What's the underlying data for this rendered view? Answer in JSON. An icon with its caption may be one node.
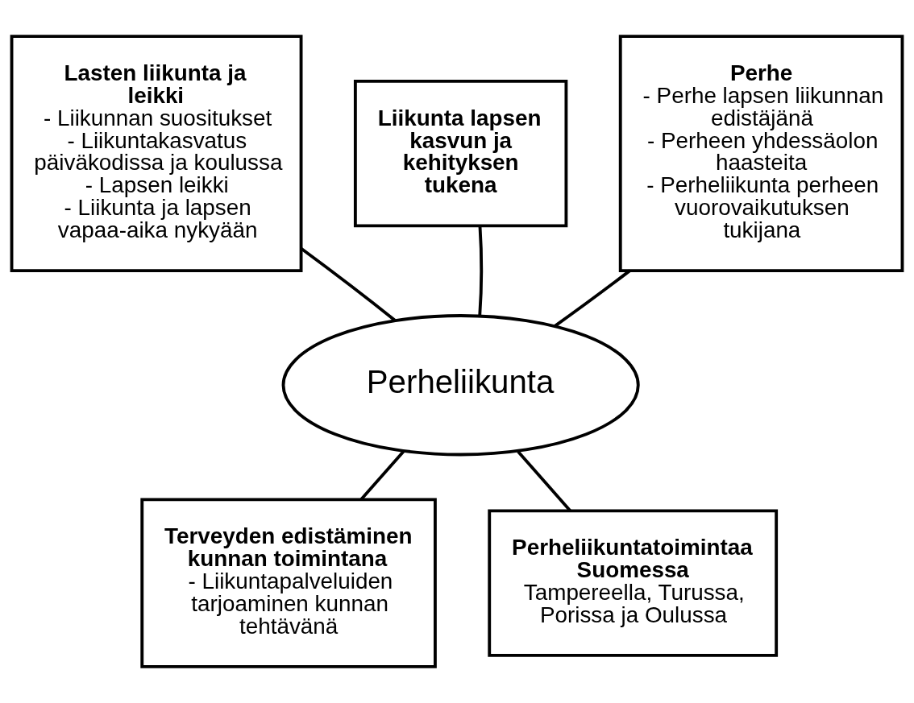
{
  "diagram": {
    "nodes": [
      {
        "text": [
          "Lasten liikunta ja leikki",
          "- Liikunnan suositukset",
          "- Liikuntakasvatus päiväkodissa ja koulussa",
          "- Lapsen leikki",
          "- Liikunta ja lapsen vapaa-aika nykyään"
        ]
      },
      {
        "text": [
          "Liikunta lapsen kasvun ja kehityksen tukena"
        ]
      },
      {
        "text": [
          "Perhe",
          "- Perhe lapsen liikunnan edistäjänä",
          "- Perheen yhdessäolon haasteita",
          "- Perheliikunta perheen vuorovaikutuksen tukijana"
        ]
      },
      {
        "text": [
          "Perheliikunta"
        ]
      },
      {
        "text": [
          "Terveyden edistäminen kunnan toimintana",
          "- Liikuntapalveluiden tarjoaminen kunnan tehtävänä"
        ]
      },
      {
        "text": [
          "Perheliikuntatoimintaa Suomessa",
          "Tampereella, Turussa, Porissa ja Oulussa"
        ]
      }
    ],
    "edges": [
      {
        "from": 3,
        "to": 0,
        "arrow": "none"
      },
      {
        "from": 3,
        "to": 1,
        "arrow": "none"
      },
      {
        "from": 3,
        "to": 2,
        "arrow": "none"
      },
      {
        "from": 3,
        "to": 4,
        "arrow": "none"
      },
      {
        "from": 3,
        "to": 5,
        "arrow": "none"
      }
    ]
  }
}
